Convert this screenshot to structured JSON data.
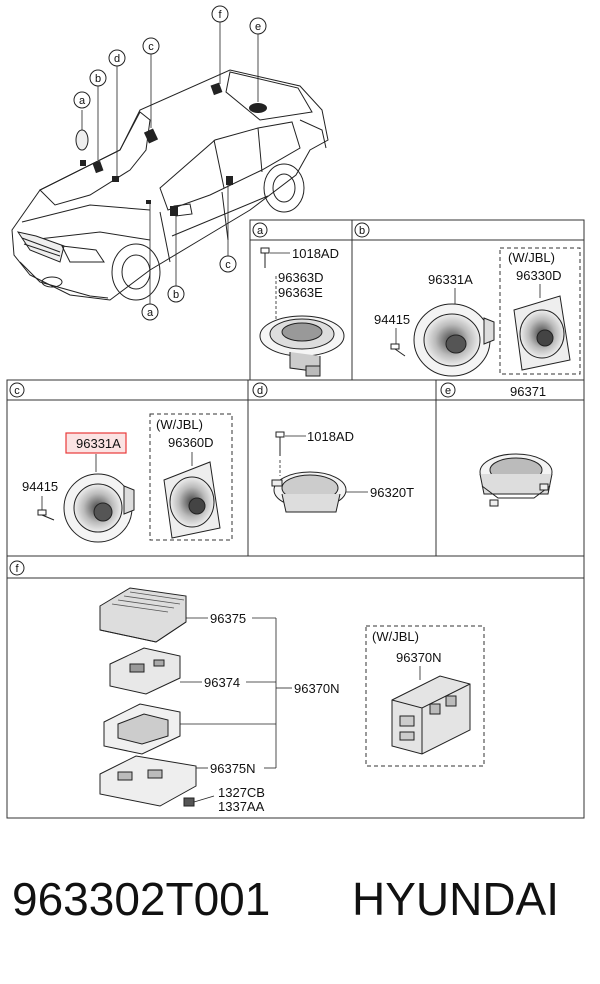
{
  "callouts": {
    "a": "a",
    "b": "b",
    "c": "c",
    "d": "d",
    "e": "e",
    "f": "f"
  },
  "panel_a": {
    "letter": "a",
    "bolt": "1018AD",
    "part_1": "96363D",
    "part_2": "96363E"
  },
  "panel_b": {
    "letter": "b",
    "speaker": "96331A",
    "screw": "94415",
    "jbl_label": "(W/JBL)",
    "jbl_part": "96330D"
  },
  "panel_c": {
    "letter": "c",
    "speaker": "96331A",
    "screw": "94415",
    "jbl_label": "(W/JBL)",
    "jbl_part": "96360D",
    "highlight_color": "#e83a3a",
    "highlight_fill": "#fbe3e3"
  },
  "panel_d": {
    "letter": "d",
    "bolt": "1018AD",
    "part": "96320T"
  },
  "panel_e": {
    "letter": "e",
    "part": "96371"
  },
  "panel_f": {
    "letter": "f",
    "part_1": "96375",
    "part_2": "96374",
    "part_3": "96375N",
    "assembly": "96370N",
    "fastener_1": "1327CB",
    "fastener_2": "1337AA",
    "jbl_label": "(W/JBL)",
    "jbl_part": "96370N"
  },
  "footer": {
    "part_number": "963302T001",
    "brand": "HYUNDAI"
  }
}
